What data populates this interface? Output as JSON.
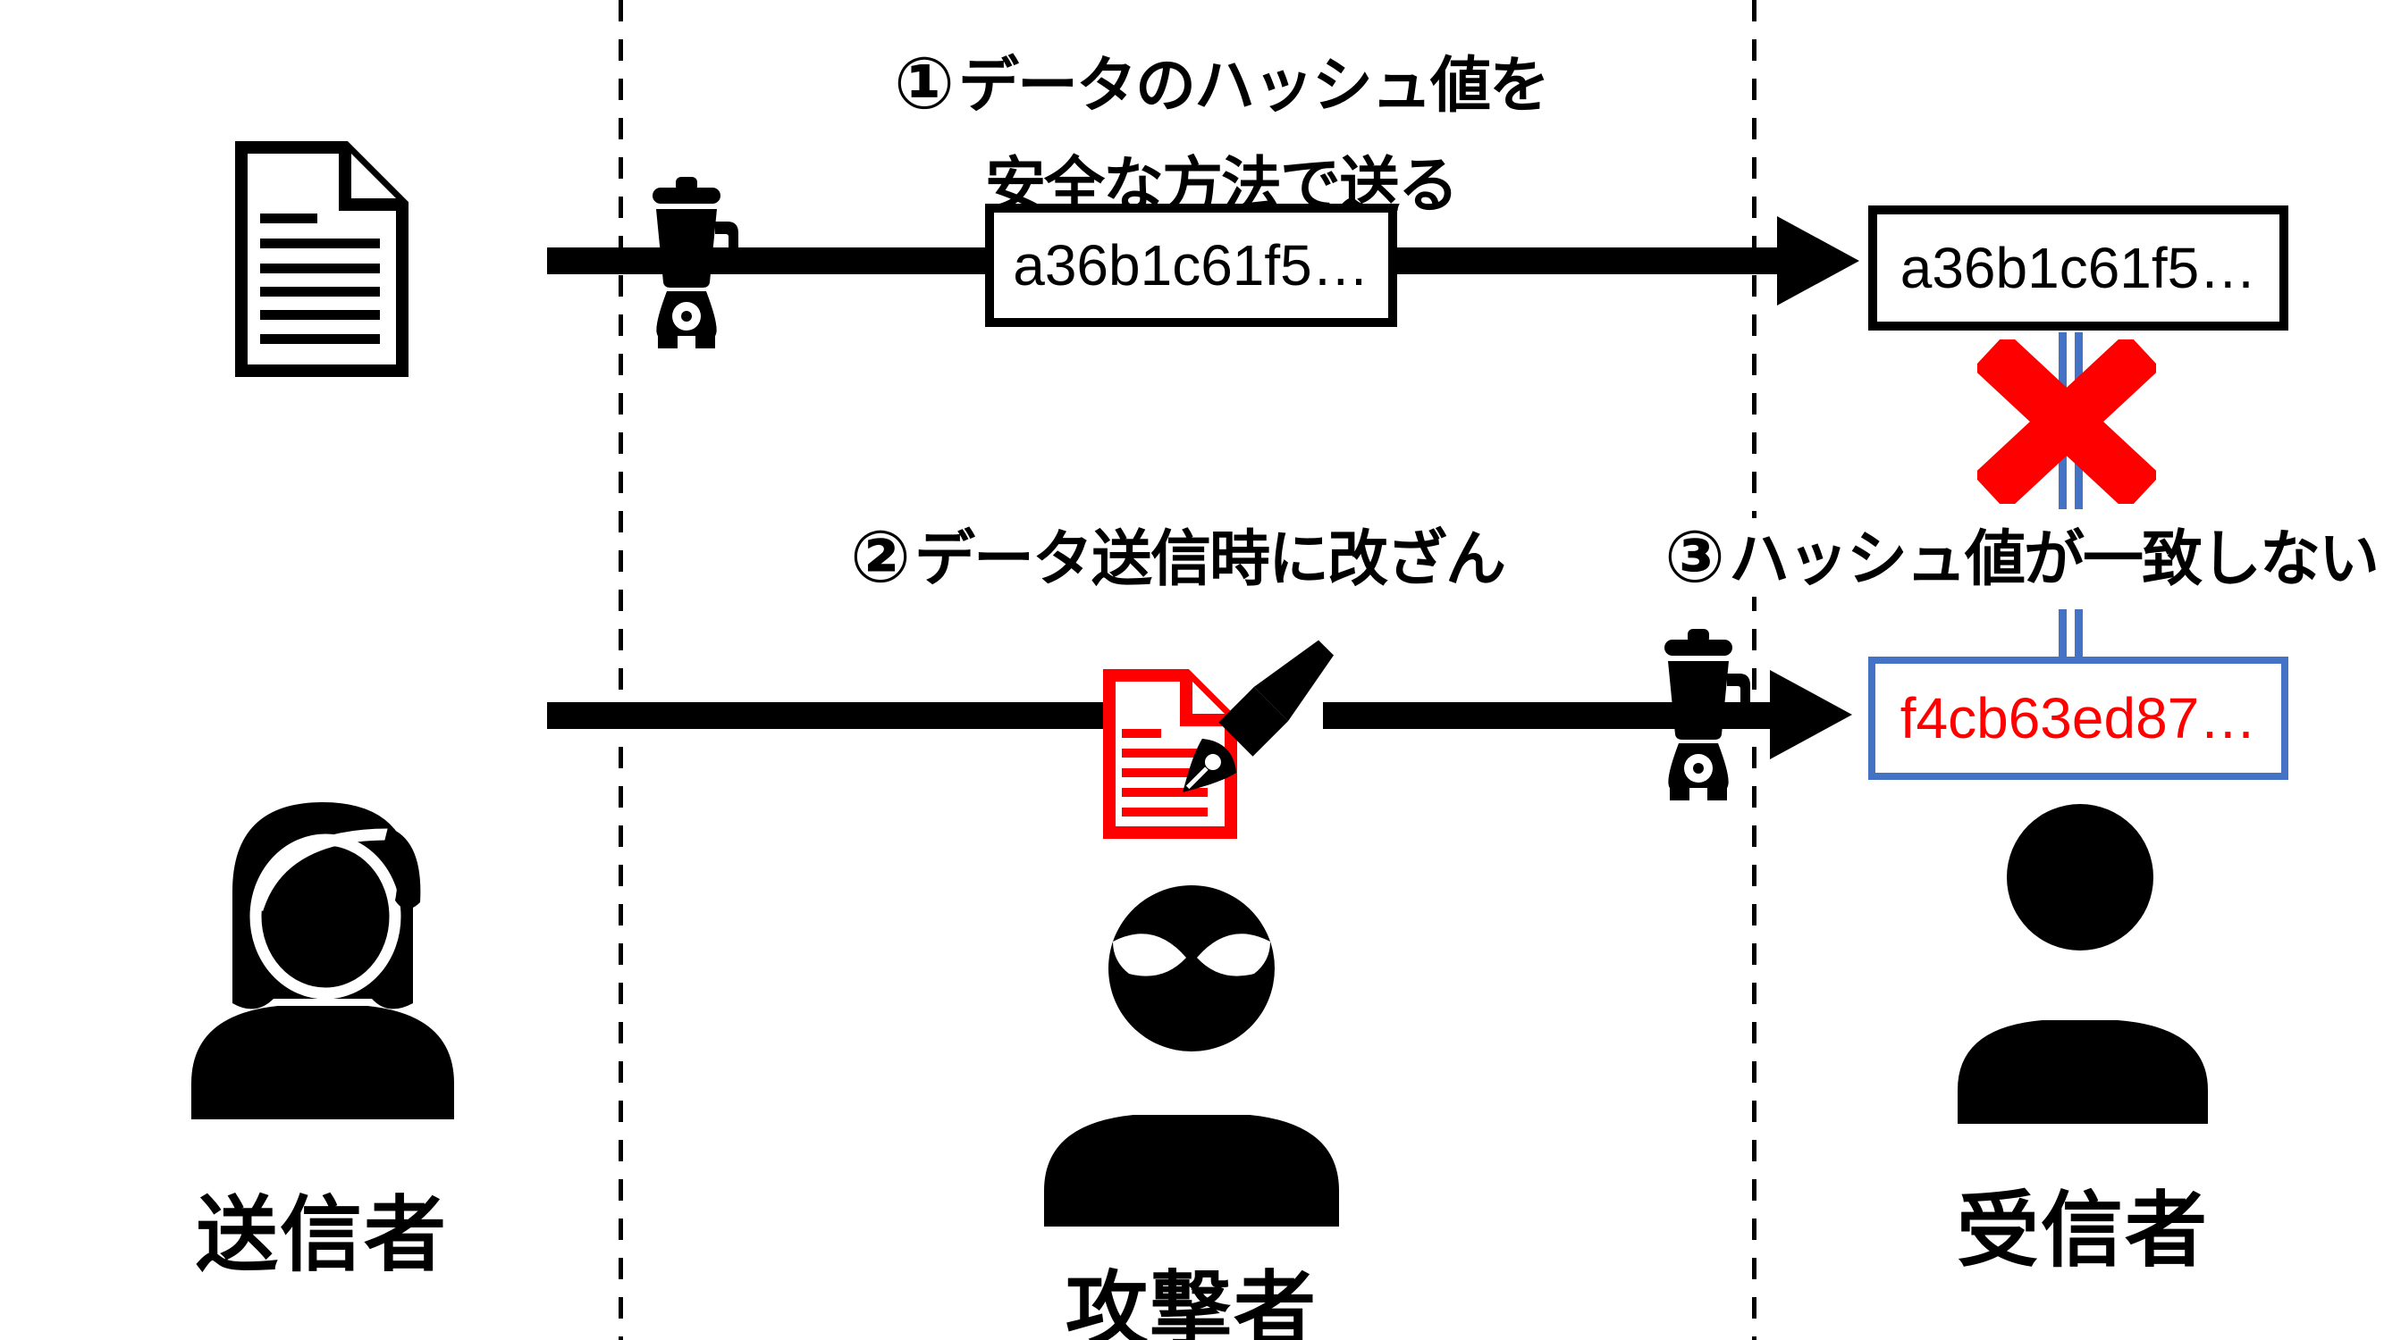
{
  "colors": {
    "ink": "#000000",
    "alert_red": "#FF0000",
    "compare_blue": "#4472C4",
    "background": "#FFFFFF"
  },
  "steps": {
    "step1": {
      "badge": "①",
      "line1": "データのハッシュ値を",
      "line2": "安全な方法で送る"
    },
    "step2": {
      "badge": "②",
      "text": "データ送信時に改ざん"
    },
    "step3": {
      "badge": "③",
      "text": "ハッシュ値が一致しない"
    }
  },
  "hash_boxes": {
    "sent": {
      "value": "a36b1c61f5…"
    },
    "received": {
      "value": "a36b1c61f5…"
    },
    "tampered": {
      "value": "f4cb63ed87…"
    }
  },
  "actors": {
    "sender": {
      "label": "送信者"
    },
    "attacker": {
      "label": "攻撃者"
    },
    "receiver": {
      "label": "受信者"
    }
  },
  "icons": {
    "document": "document-icon",
    "hash_function": "blender-icon",
    "tampered_document": "tampered-document-icon",
    "pen": "fountain-pen-icon",
    "mismatch": "red-x-icon"
  }
}
